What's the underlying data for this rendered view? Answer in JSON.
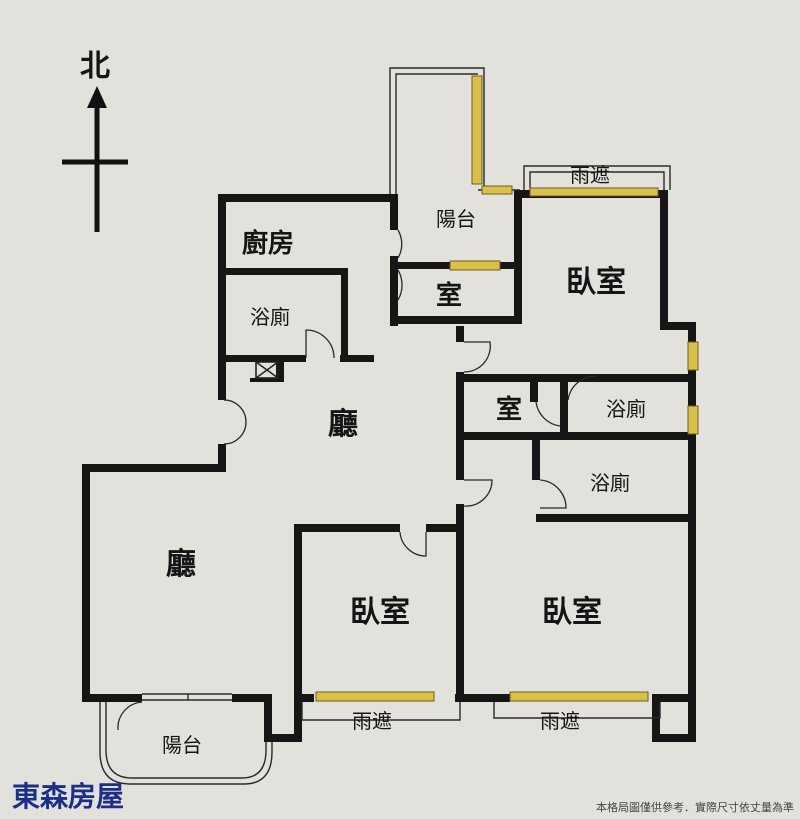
{
  "compass": {
    "north_label": "北"
  },
  "rooms": {
    "kitchen": "廚房",
    "bath_west": "浴廁",
    "living_north": "廳",
    "living_south": "廳",
    "balcony_north": "陽台",
    "utility_room": "室",
    "bedroom_ne": "臥室",
    "small_room": "室",
    "bath_mid": "浴廁",
    "bath_east": "浴廁",
    "bedroom_center": "臥室",
    "bedroom_se": "臥室",
    "balcony_south": "陽台",
    "awning_north": "雨遮",
    "awning_center": "雨遮",
    "awning_south": "雨遮"
  },
  "brand": "東森房屋",
  "disclaimer": "本格局圖僅供參考．實際尺寸依丈量為準"
}
